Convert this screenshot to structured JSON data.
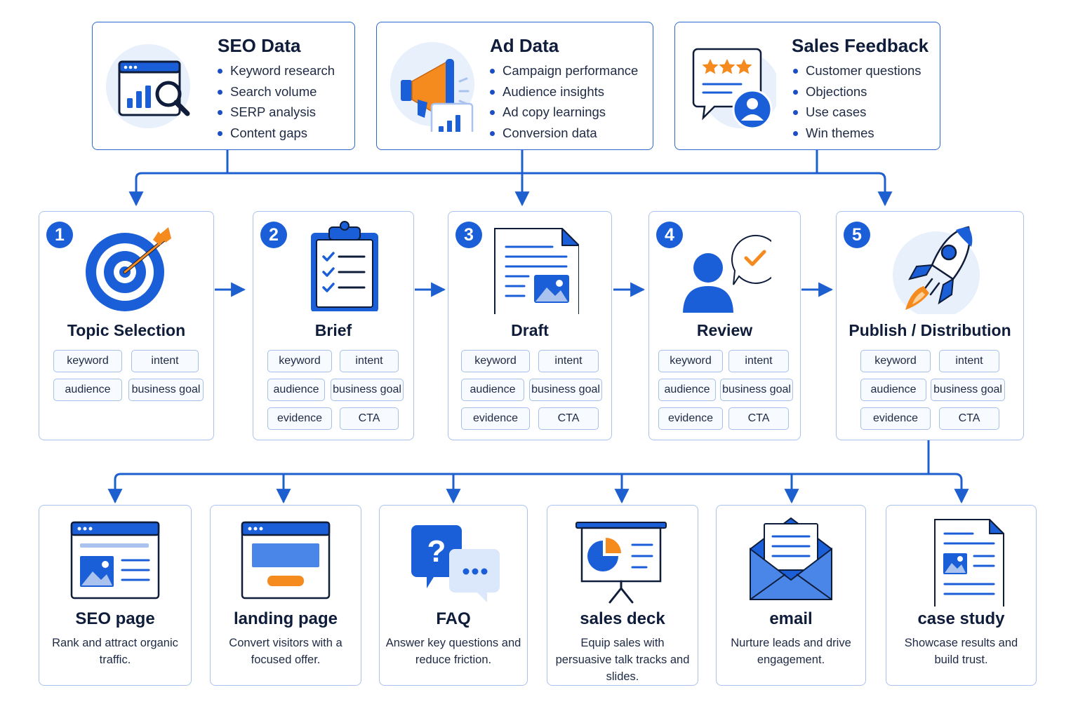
{
  "sources": [
    {
      "title": "SEO Data",
      "icon": "browser-analytics-icon",
      "items": [
        "Keyword research",
        "Search volume",
        "SERP analysis",
        "Content gaps"
      ]
    },
    {
      "title": "Ad Data",
      "icon": "megaphone-icon",
      "items": [
        "Campaign performance",
        "Audience insights",
        "Ad copy learnings",
        "Conversion data"
      ]
    },
    {
      "title": "Sales Feedback",
      "icon": "feedback-chat-icon",
      "items": [
        "Customer questions",
        "Objections",
        "Use cases",
        "Win themes"
      ]
    }
  ],
  "steps": [
    {
      "number": "1",
      "title": "Topic Selection",
      "icon": "target-icon",
      "tags": [
        "keyword",
        "intent",
        "audience",
        "business goal"
      ]
    },
    {
      "number": "2",
      "title": "Brief",
      "icon": "clipboard-checklist-icon",
      "tags": [
        "keyword",
        "intent",
        "audience",
        "business goal",
        "evidence",
        "CTA"
      ]
    },
    {
      "number": "3",
      "title": "Draft",
      "icon": "document-icon",
      "tags": [
        "keyword",
        "intent",
        "audience",
        "business goal",
        "evidence",
        "CTA"
      ]
    },
    {
      "number": "4",
      "title": "Review",
      "icon": "reviewer-icon",
      "tags": [
        "keyword",
        "intent",
        "audience",
        "business goal",
        "evidence",
        "CTA"
      ]
    },
    {
      "number": "5",
      "title": "Publish / Distribution",
      "icon": "rocket-icon",
      "tags": [
        "keyword",
        "intent",
        "audience",
        "business goal",
        "evidence",
        "CTA"
      ]
    }
  ],
  "outputs": [
    {
      "title": "SEO page",
      "icon": "web-page-icon",
      "desc": "Rank and attract organic traffic."
    },
    {
      "title": "landing page",
      "icon": "landing-page-icon",
      "desc": "Convert visitors with a focused offer."
    },
    {
      "title": "FAQ",
      "icon": "faq-bubbles-icon",
      "desc": "Answer key questions and reduce friction."
    },
    {
      "title": "sales deck",
      "icon": "presentation-icon",
      "desc": "Equip sales with persuasive talk tracks and slides."
    },
    {
      "title": "email",
      "icon": "envelope-icon",
      "desc": "Nurture leads and drive engagement."
    },
    {
      "title": "case study",
      "icon": "case-study-document-icon",
      "desc": "Showcase results and build trust."
    }
  ],
  "colors": {
    "primary": "#1a5ed8",
    "line": "#1d5fcf",
    "accent": "#f58a1f",
    "light": "#e8f0fc",
    "border_soft": "#a9c3ee"
  }
}
